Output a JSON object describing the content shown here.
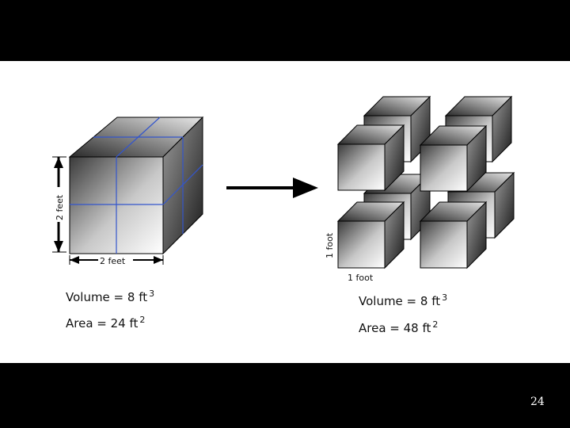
{
  "slide": {
    "page_number": "24",
    "large_cube": {
      "height_label": "2 feet",
      "width_label": "2 feet",
      "volume": {
        "text": "Volume = 8 ft",
        "exp": "3"
      },
      "area": {
        "text": "Area = 24 ft",
        "exp": "2"
      }
    },
    "small_cubes": {
      "height_label": "1 foot",
      "width_label": "1 foot",
      "volume": {
        "text": "Volume = 8 ft",
        "exp": "3"
      },
      "area": {
        "text": "Area = 48 ft",
        "exp": "2"
      }
    }
  }
}
